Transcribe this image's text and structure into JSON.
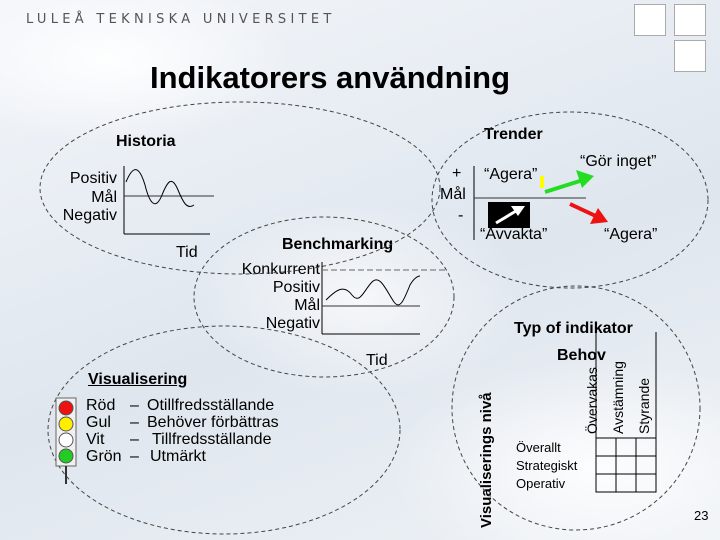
{
  "logo": {
    "text": "LULEÅ TEKNISKA UNIVERSITET"
  },
  "title": "Indikatorers användning",
  "historia": {
    "label": "Historia",
    "y_labels": [
      "Positiv",
      "Mål",
      "Negativ"
    ],
    "x_label": "Tid"
  },
  "trender": {
    "label": "Trender",
    "plus": "+",
    "mal": "Mål",
    "minus": "-",
    "agera_top": "“Agera”",
    "gor_inget": "“Gör inget”",
    "avvakta": "“Avvakta”",
    "agera_right": "“Agera”",
    "colors": {
      "green": "#22dd22",
      "red": "#ee1111",
      "yellow": "#ffff00"
    }
  },
  "benchmarking": {
    "label": "Benchmarking",
    "y_labels": [
      "Konkurrent",
      "Positiv",
      "Mål",
      "Negativ"
    ],
    "x_label": "Tid"
  },
  "visualisering": {
    "label": "Visualisering",
    "rows": [
      {
        "color_name": "Röd",
        "dash": "–",
        "text": "Otillfredsställande"
      },
      {
        "color_name": "Gul",
        "dash": "–",
        "text": "Behöver förbättras"
      },
      {
        "color_name": "Vit",
        "dash": "–",
        "text": "Tillfredsställande"
      },
      {
        "color_name": "Grön",
        "dash": "–",
        "text": "Utmärkt"
      }
    ],
    "light_colors": [
      "#ee1111",
      "#ffee00",
      "#ffffff",
      "#22cc22"
    ]
  },
  "typ": {
    "label": "Typ of indikator",
    "behov": "Behov",
    "columns": [
      "Övervakas",
      "Avstämning",
      "Styrande"
    ],
    "rows": [
      "Överallt",
      "Strategiskt",
      "Operativ"
    ],
    "axis_label": "Visualiserings nivå"
  },
  "page_number": "23"
}
